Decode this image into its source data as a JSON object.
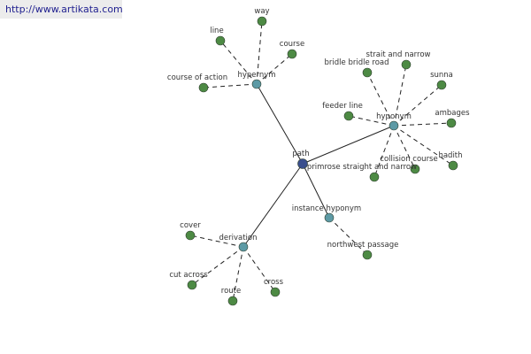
{
  "site": {
    "url": "http://www.artikata.com"
  },
  "colors": {
    "background": "#ffffff",
    "leaf_fill": "#4d8a44",
    "hub_fill": "#5d9aa5",
    "center_fill": "#3a4f8e",
    "edge": "#222222"
  },
  "graph": {
    "center": {
      "id": "path",
      "label": "path"
    },
    "hubs": [
      {
        "id": "hypernym",
        "label": "hypernym"
      },
      {
        "id": "hyponym",
        "label": "hyponym"
      },
      {
        "id": "instance-hyponym",
        "label": "instance hyponym"
      },
      {
        "id": "derivation",
        "label": "derivation"
      }
    ],
    "leaves": [
      {
        "id": "way",
        "label": "way",
        "hub": "hypernym"
      },
      {
        "id": "line",
        "label": "line",
        "hub": "hypernym"
      },
      {
        "id": "course",
        "label": "course",
        "hub": "hypernym"
      },
      {
        "id": "course-of-action",
        "label": "course of action",
        "hub": "hypernym"
      },
      {
        "id": "strait-and-narrow",
        "label": "strait and narrow",
        "hub": "hyponym"
      },
      {
        "id": "bridle-bridle-road",
        "label": "bridle bridle road",
        "hub": "hyponym"
      },
      {
        "id": "sunna",
        "label": "sunna",
        "hub": "hyponym"
      },
      {
        "id": "feeder-line",
        "label": "feeder line",
        "hub": "hyponym"
      },
      {
        "id": "ambages",
        "label": "ambages",
        "hub": "hyponym"
      },
      {
        "id": "hadith",
        "label": "hadith",
        "hub": "hyponym"
      },
      {
        "id": "collision-course",
        "label": "collision course",
        "hub": "hyponym"
      },
      {
        "id": "primrose-straight-and-narrow",
        "label": "primrose straight and narrow",
        "hub": "hyponym"
      },
      {
        "id": "northwest-passage",
        "label": "northwest passage",
        "hub": "instance-hyponym"
      },
      {
        "id": "cover",
        "label": "cover",
        "hub": "derivation"
      },
      {
        "id": "cut-across",
        "label": "cut across",
        "hub": "derivation"
      },
      {
        "id": "route",
        "label": "route",
        "hub": "derivation"
      },
      {
        "id": "cross",
        "label": "cross",
        "hub": "derivation"
      }
    ]
  }
}
